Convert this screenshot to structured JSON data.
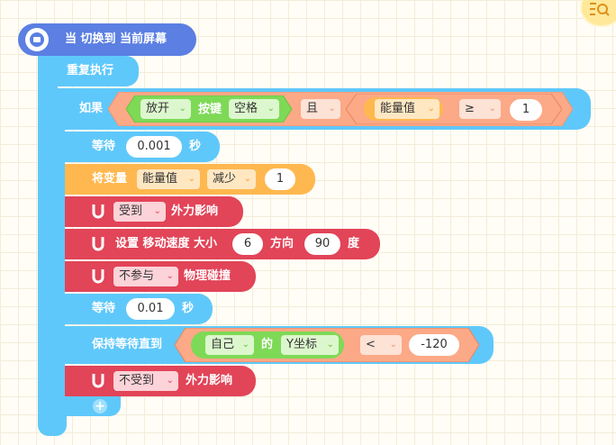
{
  "colors": {
    "hat": "#5b7fe2",
    "control": "#5fc8fa",
    "variable": "#ffb84f",
    "physics": "#e24458",
    "sensing": "#7ed957",
    "operator": "#fba987"
  },
  "hat": {
    "label": "当 切换到 当前屏幕",
    "icon": "screen-icon"
  },
  "repeat": {
    "label": "重复执行",
    "add_icon": "plus-icon"
  },
  "if_block": {
    "if_label": "如果",
    "key_action": "放开",
    "key_label": "按键",
    "key_name": "空格",
    "and_label": "且",
    "variable": "能量值",
    "operator": "≥",
    "value": "1"
  },
  "wait1": {
    "label": "等待",
    "value": "0.001",
    "unit": "秒"
  },
  "change_var": {
    "label": "将变量",
    "variable": "能量值",
    "action": "减少",
    "value": "1"
  },
  "force1": {
    "option": "受到",
    "label": "外力影响"
  },
  "set_speed": {
    "label": "设置 移动速度 大小",
    "size": "6",
    "dir_label": "方向",
    "dir": "90",
    "unit": "度"
  },
  "collide": {
    "option": "不参与",
    "label": "物理碰撞"
  },
  "wait2": {
    "label": "等待",
    "value": "0.01",
    "unit": "秒"
  },
  "wait_until": {
    "label": "保持等待直到",
    "sprite": "自己",
    "of_label": "的",
    "property": "Y坐标",
    "operator": "<",
    "value": "-120"
  },
  "force2": {
    "option": "不受到",
    "label": "外力影响"
  },
  "corner_button": {
    "icon": "list-search-icon"
  }
}
